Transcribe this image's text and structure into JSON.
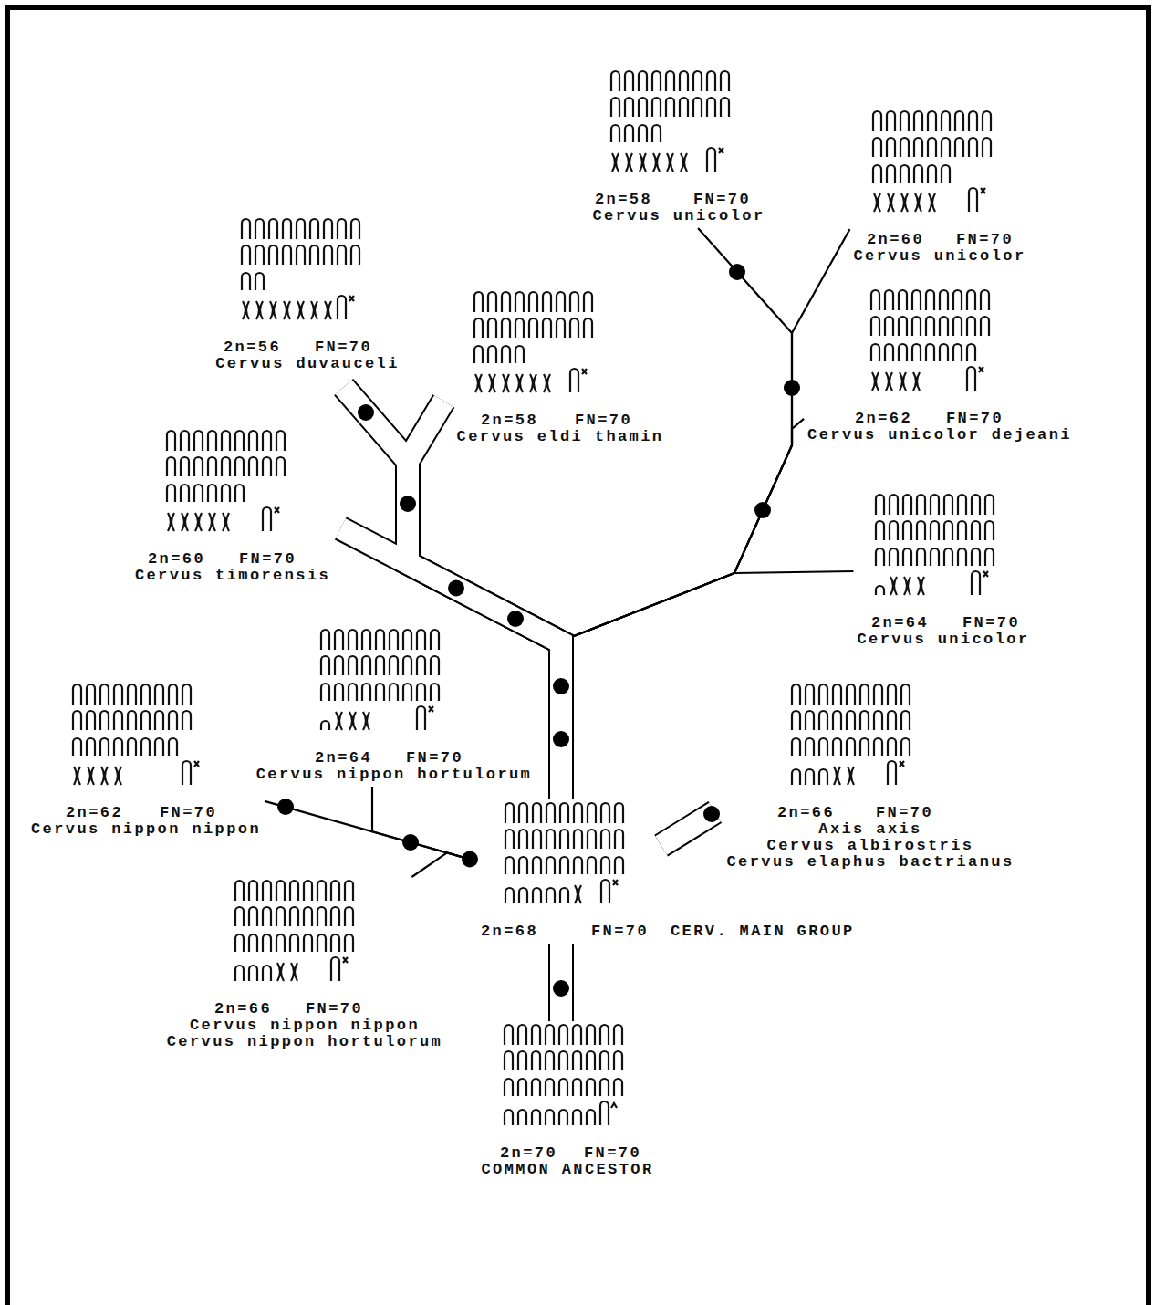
{
  "diagram": {
    "nodes": [
      {
        "text": [
          "2n=58",
          "FN=70",
          "Cervus unicolor"
        ]
      },
      {
        "text": [
          "2n=60",
          "FN=70",
          "Cervus unicolor"
        ]
      },
      {
        "text": [
          "2n=56",
          "FN=70",
          "Cervus duvauceli"
        ]
      },
      {
        "text": [
          "2n=58",
          "FN=70",
          "Cervus eldi thamin"
        ]
      },
      {
        "text": [
          "2n=62",
          "FN=70",
          "Cervus unicolor dejeani"
        ]
      },
      {
        "text": [
          "2n=60",
          "FN=70",
          "Cervus timorensis"
        ]
      },
      {
        "text": [
          "2n=64",
          "FN=70",
          "Cervus unicolor"
        ]
      },
      {
        "text": [
          "2n=64",
          "FN=70",
          "Cervus nippon hortulorum"
        ]
      },
      {
        "text": [
          "2n=62",
          "FN=70",
          "Cervus nippon nippon"
        ]
      },
      {
        "text": [
          "2n=66",
          "FN=70",
          "Axis axis",
          "Cervus albirostris",
          "Cervus elaphus bactrianus"
        ]
      },
      {
        "text": [
          "2n=68",
          "FN=70"
        ]
      },
      {
        "text": [
          "2n=66",
          "FN=70",
          "Cervus nippon nippon",
          "Cervus nippon hortulorum"
        ]
      },
      {
        "text": [
          "2n=70",
          "FN=70",
          "COMMON ANCESTOR"
        ]
      }
    ],
    "edges": [
      {
        "from": 12,
        "to": 10,
        "arrow": "none"
      },
      {
        "from": 10,
        "to": 9,
        "arrow": "none"
      },
      {
        "from": 10,
        "to": 11,
        "arrow": "none"
      },
      {
        "from": 10,
        "to": 7,
        "arrow": "none"
      },
      {
        "from": 10,
        "to": 8,
        "arrow": "none"
      },
      {
        "from": 10,
        "to": 5,
        "arrow": "none"
      },
      {
        "from": 10,
        "to": 2,
        "arrow": "none"
      },
      {
        "from": 10,
        "to": 3,
        "arrow": "none"
      },
      {
        "from": 10,
        "to": 6,
        "arrow": "none"
      },
      {
        "from": 10,
        "to": 4,
        "arrow": "none"
      },
      {
        "from": 10,
        "to": 0,
        "arrow": "none"
      },
      {
        "from": 10,
        "to": 1,
        "arrow": "none"
      }
    ],
    "labels": [
      "CERV. MAIN GROUP"
    ]
  }
}
